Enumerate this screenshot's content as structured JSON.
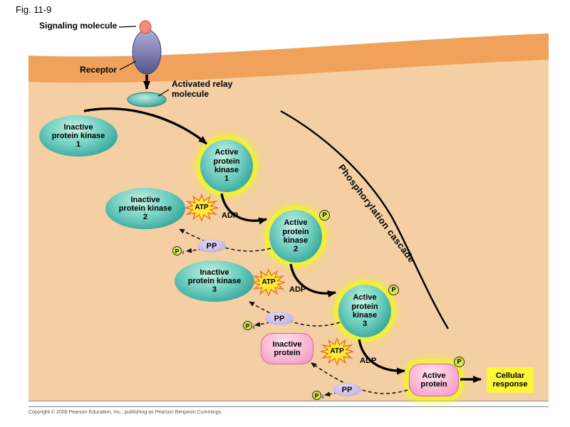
{
  "figure_label": "Fig. 11-9",
  "colors": {
    "membrane_orange": "#F0A25C",
    "cytoplasm_tan": "#F4CFA3",
    "kinase_teal": "#3FAEA2",
    "active_halo_yellow": "#F2EF3C",
    "protein_pink": "#F9B6D4",
    "phosphate_green": "#D9E94F",
    "pp_lavender": "#C3B5E0",
    "atp_star_yellow": "#FFE93B",
    "response_yellow": "#FEF63A",
    "receptor_purple": "#7C7BB0",
    "signal_red": "#F28C78"
  },
  "membrane_region": {
    "signaling_molecule": "Signaling molecule",
    "receptor": "Receptor",
    "activated_relay": "Activated relay\nmolecule"
  },
  "cascade": {
    "bracket_label": "Phosphorylation cascade",
    "inactive_pk1": "Inactive\nprotein kinase\n1",
    "active_pk1": "Active\nprotein\nkinase\n1",
    "inactive_pk2": "Inactive\nprotein kinase\n2",
    "active_pk2": "Active\nprotein\nkinase\n2",
    "inactive_pk3": "Inactive\nprotein kinase\n3",
    "active_pk3": "Active\nprotein\nkinase\n3",
    "inactive_protein": "Inactive\nprotein",
    "active_protein": "Active\nprotein",
    "cellular_response": "Cellular\nresponse"
  },
  "labels": {
    "atp": "ATP",
    "adp": "ADP",
    "pp": "PP",
    "p": "P",
    "pi_sub": "i"
  },
  "footer": {
    "copyright": "Copyright © 2008 Pearson Education, Inc., publishing as Pearson Benjamin Cummings."
  }
}
